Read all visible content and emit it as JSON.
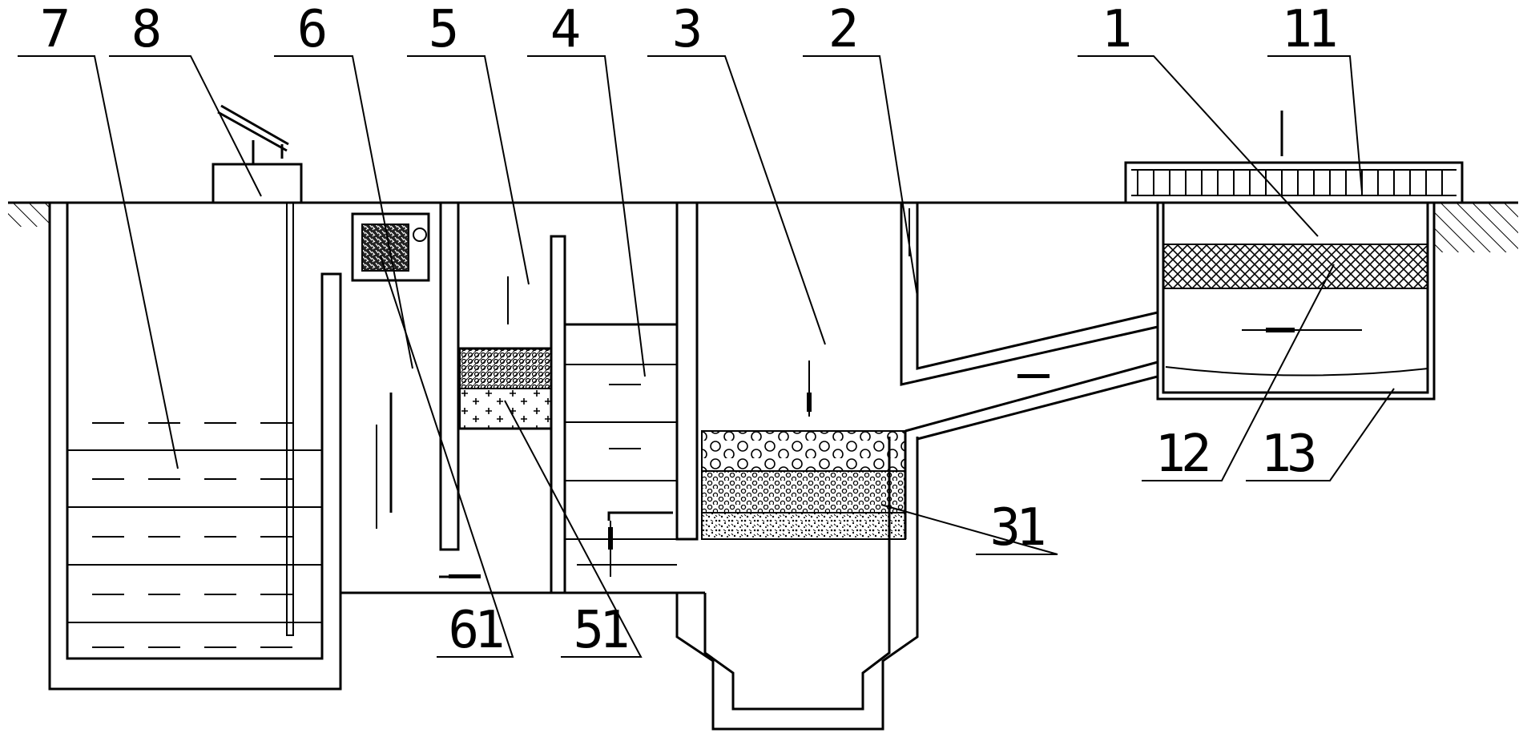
{
  "diagram": {
    "callouts": {
      "c1": "1",
      "c2": "2",
      "c3": "3",
      "c4": "4",
      "c5": "5",
      "c6": "6",
      "c7": "7",
      "c8": "8",
      "c11": "11",
      "c12": "12",
      "c13": "13",
      "c31": "31",
      "c51": "51",
      "c61": "61"
    }
  }
}
